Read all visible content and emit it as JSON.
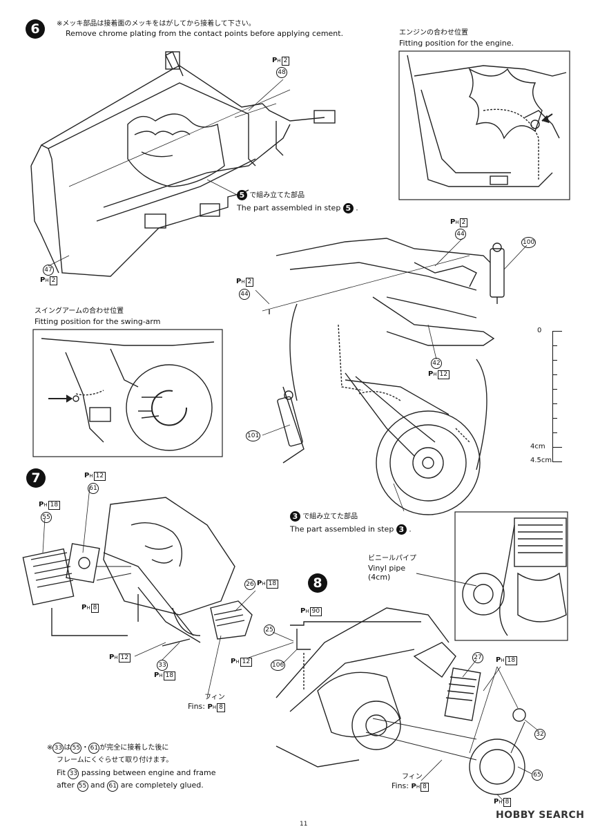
{
  "step6": {
    "number": "6",
    "note_jp": "※メッキ部品は接着面のメッキをはがしてから接着して下さい。",
    "note_en": "Remove chrome plating from the contact points before applying cement.",
    "part48": "48",
    "part47": "47",
    "ph2": "2",
    "assembled_jp": "で組み立てた部品",
    "assembled_en": "The part assembled in step",
    "assembled_step": "5",
    "engine_fit_jp": "エンジンの合わせ位置",
    "engine_fit_en": "Fitting position for the engine.",
    "swingarm_fit_jp": "スイングアームの合わせ位置",
    "swingarm_fit_en": "Fitting position for the swing-arm",
    "part44": "44",
    "part100": "100",
    "part101": "101",
    "part42": "42",
    "ph12": "12",
    "assembled3_step": "3"
  },
  "ruler": {
    "zero": "0",
    "mark4": "4cm",
    "mark45": "4.5cm"
  },
  "step7": {
    "number": "7",
    "part55": "55",
    "part61": "61",
    "part26": "26",
    "part33": "33",
    "ph18": "18",
    "ph8": "8",
    "ph12": "12",
    "fins_jp": "フィン",
    "fins_en": "Fins",
    "note_jp1": "※",
    "note_jp_a": "は",
    "note_jp_b": "・",
    "note_jp_c": "が完全に接着した後に",
    "note_jp2": "フレームにくぐらせて取り付けます。",
    "note_en1a": "Fit",
    "note_en1b": "passing between engine and frame",
    "note_en2a": "after",
    "note_en2b": "and",
    "note_en2c": "are completely glued."
  },
  "step8": {
    "number": "8",
    "vinyl_jp": "ビニールパイプ",
    "vinyl_en": "Vinyl pipe",
    "vinyl_len": "(4cm)",
    "part25": "25",
    "part106": "106",
    "part27": "27",
    "part32": "32",
    "part65": "65",
    "ph90": "90",
    "ph12": "12",
    "ph18": "18",
    "ph8": "8",
    "fins_jp": "フィン",
    "fins_en": "Fins"
  },
  "footer": {
    "page": "11",
    "watermark": "HOBBY SEARCH"
  }
}
